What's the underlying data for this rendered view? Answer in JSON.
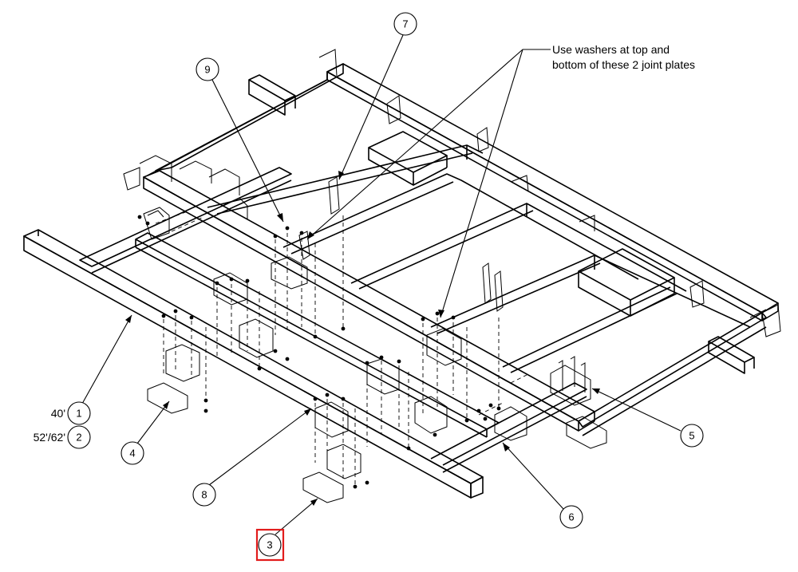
{
  "note": {
    "line1": "Use washers at top and",
    "line2": "bottom of these 2 joint plates"
  },
  "size_labels": {
    "size_40": "40'",
    "size_52_62": "52'/62'"
  },
  "callouts": [
    {
      "id": "1",
      "label": "1"
    },
    {
      "id": "2",
      "label": "2"
    },
    {
      "id": "3",
      "label": "3",
      "highlighted": true
    },
    {
      "id": "4",
      "label": "4"
    },
    {
      "id": "5",
      "label": "5"
    },
    {
      "id": "6",
      "label": "6"
    },
    {
      "id": "7",
      "label": "7"
    },
    {
      "id": "8",
      "label": "8"
    },
    {
      "id": "9",
      "label": "9"
    }
  ],
  "colors": {
    "line": "#000000",
    "highlight": "#e21c1c",
    "background": "#ffffff"
  }
}
